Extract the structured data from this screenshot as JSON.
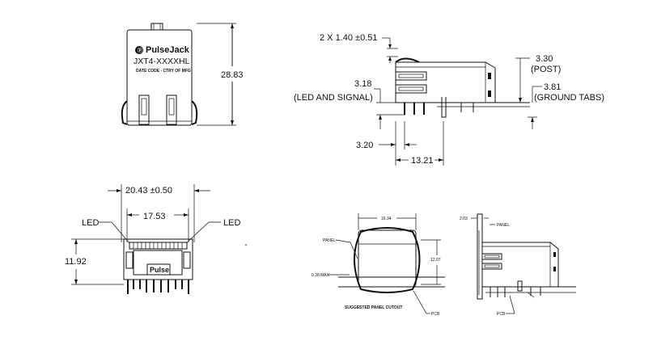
{
  "front_view": {
    "brand": "PulseJack",
    "part_number": "JXT4-XXXXHL",
    "date_code": "DATE CODE - CTRY OF MFG",
    "height_dim": "28.83"
  },
  "side_view": {
    "pin_dim": "2 X 1.40  ±0.51",
    "post_dim": "3.30",
    "post_label": "(POST)",
    "led_dim": "3.18",
    "led_label": "(LED AND SIGNAL)",
    "ground_dim": "3.81",
    "ground_label": "(GROUND TABS)",
    "offset_dim": "3.20",
    "depth_dim": "13.21"
  },
  "bottom_view": {
    "outer_width": "20.43  ±0.50",
    "inner_width": "17.53",
    "height": "11.92",
    "led_left": "LED",
    "led_right": "LED",
    "brand_short": "Pulse"
  },
  "panel_cutout": {
    "width": "16.34",
    "height": "12.07",
    "panel_label": "PANEL",
    "max_label": "0.38 MAX",
    "caption": "SUGGESTED PANEL CUTOUT",
    "pcb_label": "PCB"
  },
  "panel_side": {
    "thickness": "2.03",
    "panel_label": "PANEL",
    "pcb_label": "PCB"
  }
}
